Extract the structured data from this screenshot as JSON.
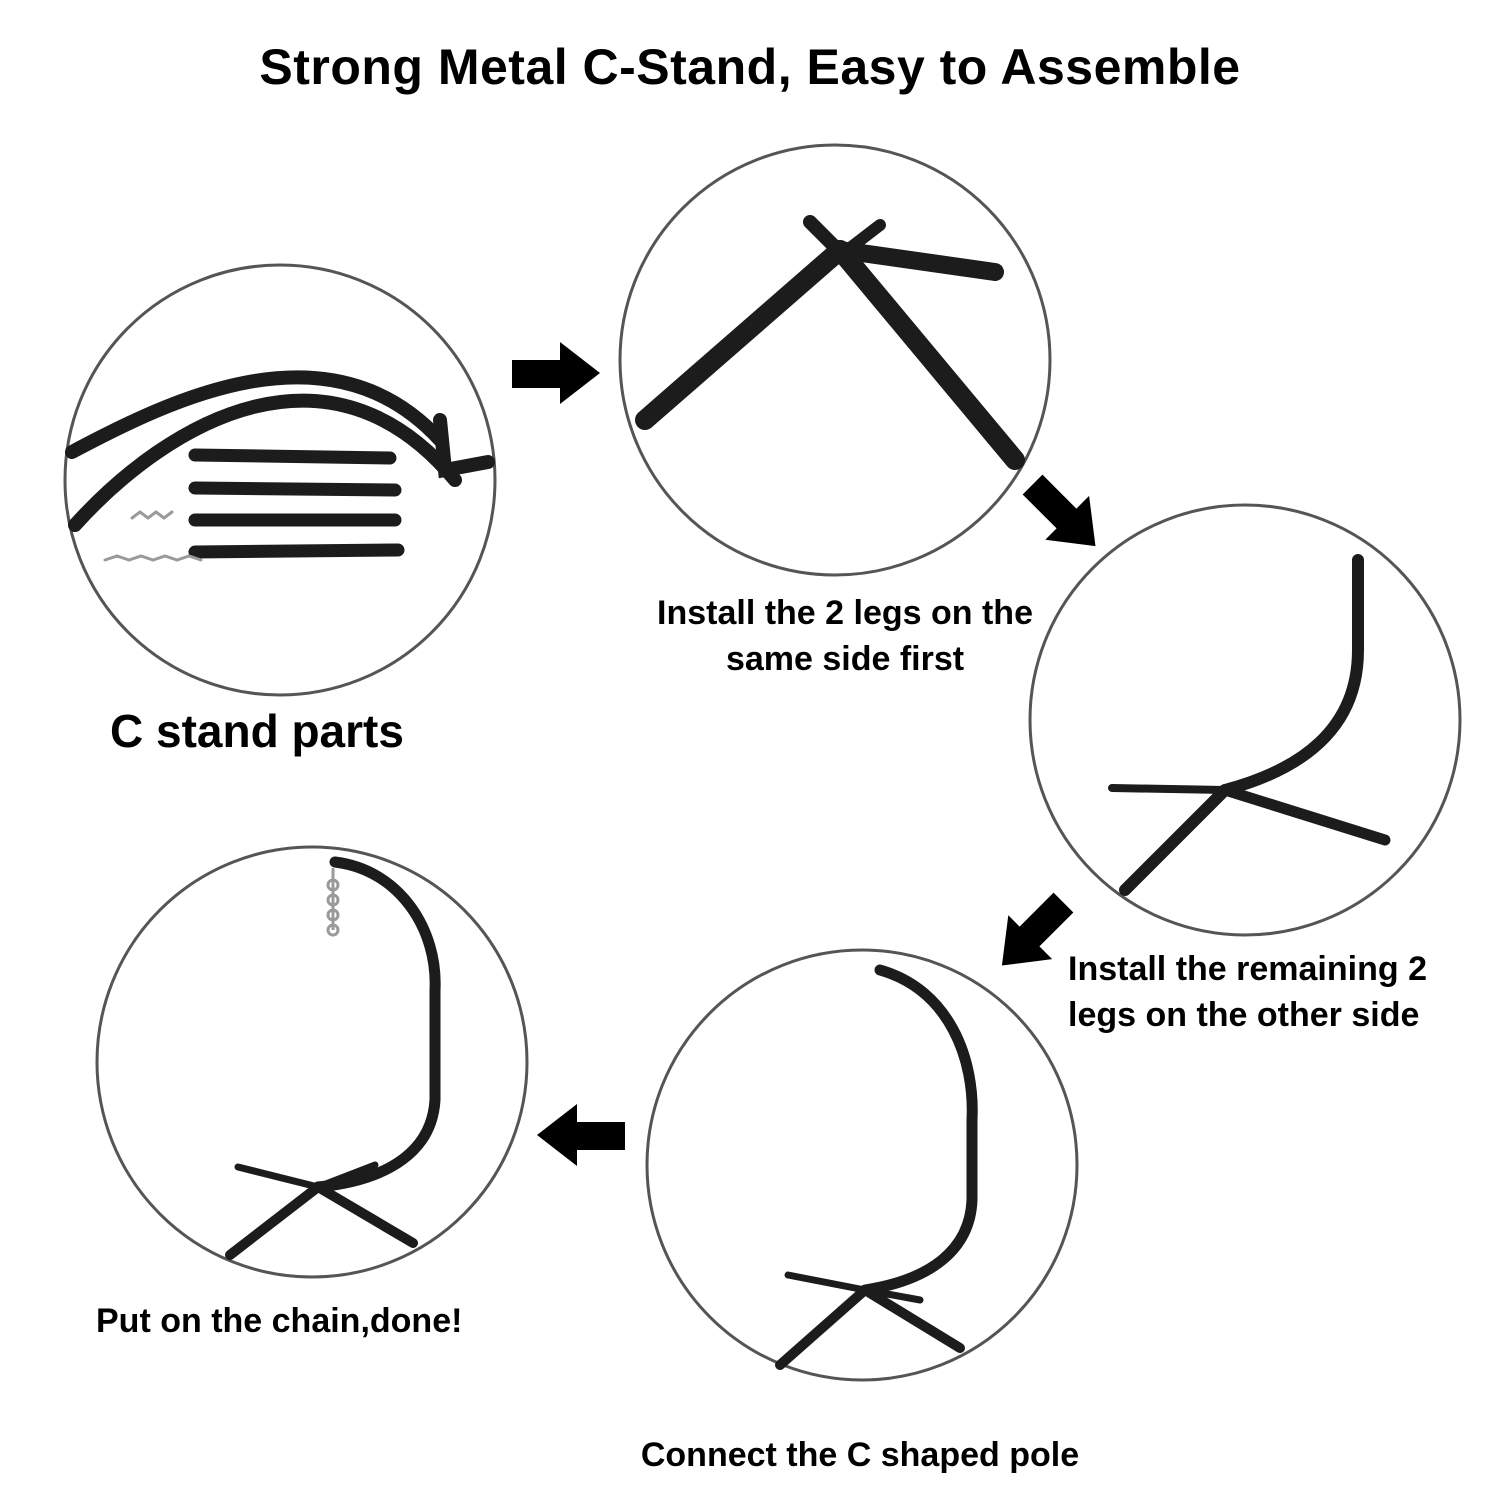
{
  "title": "Strong Metal C-Stand, Easy to Assemble",
  "steps": [
    {
      "label": "C stand parts"
    },
    {
      "label": "Install the 2 legs on the same side first"
    },
    {
      "label": "Install the remaining 2 legs on the other side"
    },
    {
      "label": "Connect the C shaped pole"
    },
    {
      "label": "Put on the chain,done!"
    }
  ],
  "colors": {
    "metal": "#1c1c1c",
    "circle": "#555555",
    "arrow": "#000000",
    "chain": "#9a9a9a"
  },
  "icons": [
    "c-stand-parts-icon",
    "two-legs-icon",
    "four-legs-icon",
    "c-pole-icon",
    "chain-icon",
    "arrow-icon"
  ]
}
